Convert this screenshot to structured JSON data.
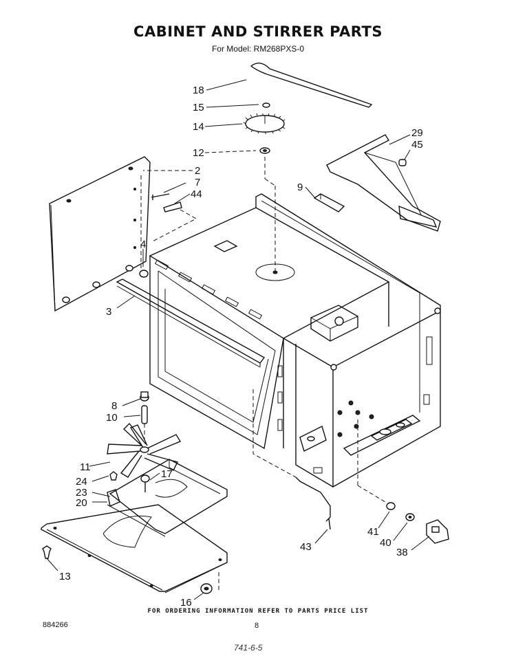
{
  "header": {
    "title": "CABINET AND STIRRER PARTS",
    "model": "For Model: RM268PXS-0"
  },
  "footer": {
    "note": "FOR ORDERING INFORMATION REFER TO PARTS PRICE LIST",
    "doc_number": "884266",
    "page": "8",
    "handwritten": "741-6-5"
  },
  "callouts": {
    "p18": "18",
    "p15": "15",
    "p14": "14",
    "p12": "12",
    "p29": "29",
    "p45": "45",
    "p9": "9",
    "p2": "2",
    "p7": "7",
    "p44": "44",
    "p4": "4",
    "p3": "3",
    "p8": "8",
    "p10": "10",
    "p11": "11",
    "p24": "24",
    "p23": "23",
    "p20": "20",
    "p17": "17",
    "p13": "13",
    "p16": "16",
    "p43": "43",
    "p41": "41",
    "p40": "40",
    "p38": "38"
  }
}
